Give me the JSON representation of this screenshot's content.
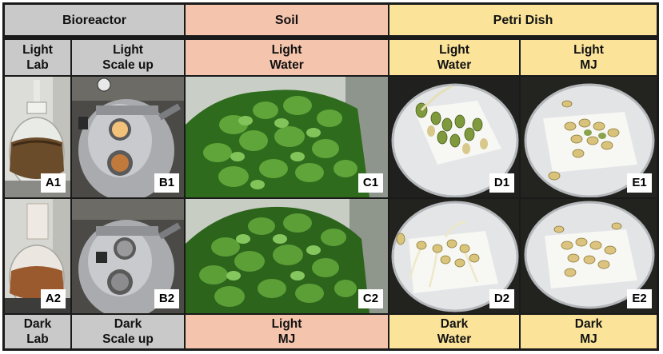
{
  "headers": {
    "bioreactor": "Bioreactor",
    "soil": "Soil",
    "petri": "Petri Dish"
  },
  "top_labels": {
    "lab": [
      "Light",
      "Lab"
    ],
    "scale": [
      "Light",
      "Scale up"
    ],
    "soil": [
      "Light",
      "Water"
    ],
    "petri_water": [
      "Light",
      "Water"
    ],
    "petri_mj": [
      "Light",
      "MJ"
    ]
  },
  "bottom_labels": {
    "lab": [
      "Dark",
      "Lab"
    ],
    "scale": [
      "Dark",
      "Scale up"
    ],
    "soil": [
      "Light",
      "MJ"
    ],
    "petri_water": [
      "Dark",
      "Water"
    ],
    "petri_mj": [
      "Dark",
      "MJ"
    ]
  },
  "panel_tags": {
    "a1": "A1",
    "b1": "B1",
    "c1": "C1",
    "d1": "D1",
    "e1": "E1",
    "a2": "A2",
    "b2": "B2",
    "c2": "C2",
    "d2": "D2",
    "e2": "E2"
  },
  "colors": {
    "bioreactor": "#c9c9c9",
    "soil": "#f5c4ad",
    "petri": "#fbe49a",
    "border": "#1a1a1a"
  }
}
